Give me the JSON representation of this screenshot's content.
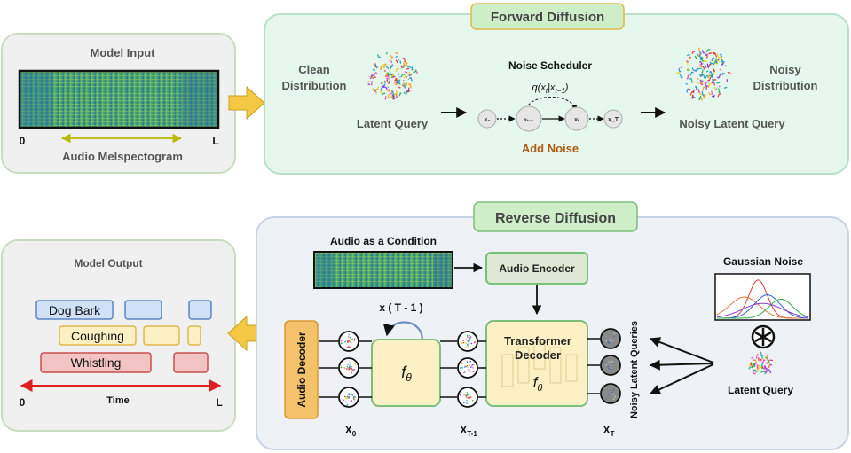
{
  "model_input": {
    "title": "Model Input",
    "axis_start": "0",
    "axis_end": "L",
    "caption": "Audio Melspectogram"
  },
  "forward": {
    "title": "Forward Diffusion",
    "clean_line1": "Clean",
    "clean_line2": "Distribution",
    "latent_query": "Latent Query",
    "noise_scheduler": "Noise Scheduler",
    "formula": "q(x_t | x_{t-1})",
    "nodes": [
      "x0",
      "xt-1",
      "xt",
      "xT"
    ],
    "add_noise": "Add Noise",
    "noisy_line1": "Noisy",
    "noisy_line2": "Distribution",
    "noisy_latent_query": "Noisy Latent Query"
  },
  "reverse": {
    "title": "Reverse Diffusion",
    "audio_condition": "Audio as a Condition",
    "audio_encoder": "Audio Encoder",
    "repeat_label": "x ( T - 1 )",
    "f_theta": "fθ",
    "transformer_line1": "Transformer",
    "transformer_line2": "Decoder",
    "audio_decoder": "Audio Decoder",
    "x0_label": "X0",
    "xt1_label": "XT-1",
    "xT_label": "XT",
    "noisy_latent_queries": "Noisy Latent Queries",
    "gaussian_noise": "Gaussian Noise",
    "latent_query": "Latent Query"
  },
  "model_output": {
    "title": "Model Output",
    "events": [
      "Dog Bark",
      "Coughing",
      "Whistling"
    ],
    "time_label": "Time",
    "axis_start": "0",
    "axis_end": "L"
  },
  "colors": {
    "green_panel": "#e6f7ee",
    "green_border": "#b8e0c8",
    "gray_panel": "#f0f0f0",
    "blue_event": "#cfe0f7",
    "yellow_event": "#fdf0c4",
    "red_event": "#f3c4c4",
    "arrow_yellow": "#f4c842",
    "orange_box": "#f4c26b",
    "add_noise": "#b05a10"
  }
}
